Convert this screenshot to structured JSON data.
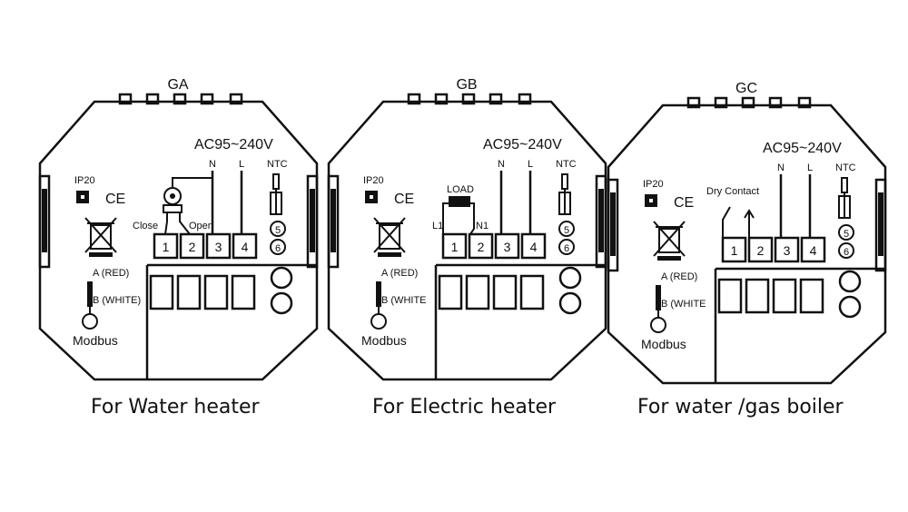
{
  "panels": [
    {
      "id": "GA",
      "title": "GA",
      "ac_label": "AC95~240V",
      "n_label": "N",
      "l_label": "L",
      "ntc_label": "NTC",
      "ip_label": "IP20",
      "ce_label": "CE",
      "terminals": [
        "1",
        "2",
        "3",
        "4"
      ],
      "ntc_terminals": [
        "5",
        "6"
      ],
      "a_label": "A (RED)",
      "b_label": "B (WHITE)",
      "modbus_label": "Modbus",
      "extra": {
        "type": "valve",
        "close_label": "Close",
        "open_label": "Open"
      },
      "caption": "For Water heater"
    },
    {
      "id": "GB",
      "title": "GB",
      "ac_label": "AC95~240V",
      "n_label": "N",
      "l_label": "L",
      "ntc_label": "NTC",
      "ip_label": "IP20",
      "ce_label": "CE",
      "terminals": [
        "1",
        "2",
        "3",
        "4"
      ],
      "ntc_terminals": [
        "5",
        "6"
      ],
      "a_label": "A (RED)",
      "b_label": "B (WHITE",
      "modbus_label": "Modbus",
      "extra": {
        "type": "load",
        "load_label": "LOAD",
        "l1_label": "L1",
        "n1_label": "N1"
      },
      "caption": "For Electric heater"
    },
    {
      "id": "GC",
      "title": "GC",
      "ac_label": "AC95~240V",
      "n_label": "N",
      "l_label": "L",
      "ntc_label": "NTC",
      "ip_label": "IP20",
      "ce_label": "CE",
      "terminals": [
        "1",
        "2",
        "3",
        "4"
      ],
      "ntc_terminals": [
        "5",
        "6"
      ],
      "a_label": "A (RED)",
      "b_label": "B (WHITE",
      "modbus_label": "Modbus",
      "extra": {
        "type": "dry",
        "dry_label": "Dry Contact"
      },
      "caption": "For water /gas boiler"
    }
  ]
}
